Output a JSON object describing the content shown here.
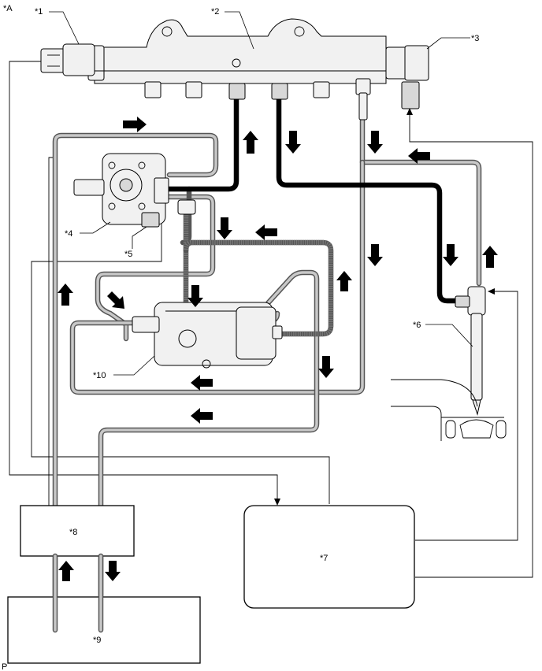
{
  "figure_label": "*A",
  "bottom_label": "P",
  "labels": {
    "c1": "*1",
    "c2": "*2",
    "c3": "*3",
    "c4": "*4",
    "c5": "*5",
    "c6": "*6",
    "c7": "*7",
    "c8": "*8",
    "c9": "*9",
    "c10": "*10"
  },
  "colors": {
    "high_pressure_line": "#000000",
    "return_line_outer": "#555555",
    "return_line_inner": "#c8c8c8"
  }
}
